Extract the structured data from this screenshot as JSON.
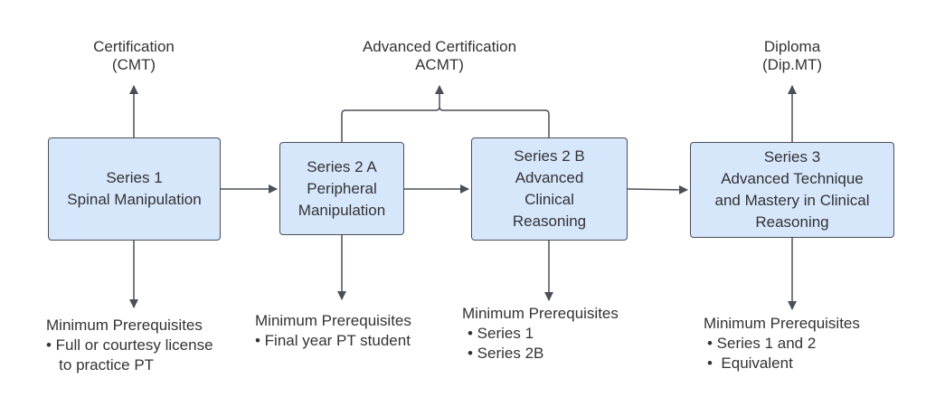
{
  "outcomes": {
    "certification": {
      "line1": "Certification",
      "line2": "(CMT)"
    },
    "advanced_certification": {
      "line1": "Advanced Certification",
      "line2": "ACMT)"
    },
    "diploma": {
      "line1": "Diploma",
      "line2": "(Dip.MT)"
    }
  },
  "boxes": {
    "series1": {
      "line1": "Series 1",
      "line2": "Spinal Manipulation"
    },
    "series2a": {
      "line1": "Series 2 A",
      "line2": "Peripheral",
      "line3": "Manipulation"
    },
    "series2b": {
      "line1": "Series 2 B",
      "line2": "Advanced",
      "line3": "Clinical",
      "line4": "Reasoning"
    },
    "series3": {
      "line1": "Series 3",
      "line2": "Advanced Technique",
      "line3": "and Mastery in Clinical",
      "line4": "Reasoning"
    }
  },
  "prerequisites": {
    "series1": {
      "title": "Minimum Prerequisites",
      "items": [
        "• Full or courtesy license",
        "   to practice PT"
      ]
    },
    "series2a": {
      "title": "Minimum Prerequisites",
      "items": [
        "• Final year PT student"
      ]
    },
    "series2b": {
      "title": "Minimum Prerequisites",
      "items": [
        "• Series 1",
        "• Series 2B"
      ]
    },
    "series3": {
      "title": "Minimum Prerequisites",
      "items": [
        "• Series 1 and 2",
        "•  Equivalent"
      ]
    }
  },
  "colors": {
    "box_fill": "#d6e6fb",
    "line": "#4a4f57",
    "text": "#333333"
  }
}
